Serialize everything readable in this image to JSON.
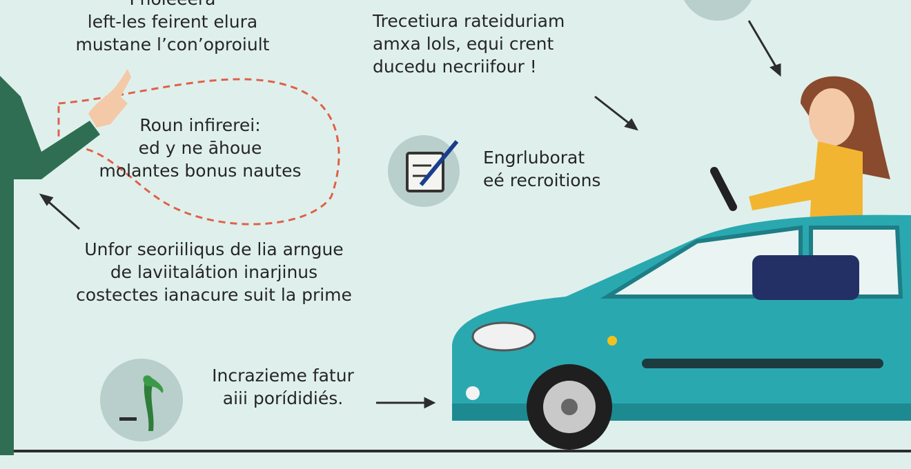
{
  "blocks": {
    "top_left": [
      "Pholeeera",
      "left-les feirent elura",
      "mustane l’con’oproiult"
    ],
    "top_center": [
      "Trecetiura rateiduriam",
      "amxa lols, equi crent",
      "ducedu necriifour !"
    ],
    "bubble": [
      "Roun infirerei:",
      "ed y ne āhoue",
      "molantes bonus nautes"
    ],
    "middle_left": [
      "Unfor seoriiliqus de lia arngue",
      "de laviitalátion inarjinus",
      "costectes ianacure suit la prime"
    ],
    "checklist": [
      "Engrluborat",
      "eé recroitions"
    ],
    "bottom": [
      "Incrazieme fatur",
      "aiii porídidiés."
    ]
  },
  "colors": {
    "background": "#dff0ec",
    "car": "#2aa8b0",
    "dashed": "#e0604a",
    "jacket": "#2f6e52",
    "shirt": "#f2b531"
  }
}
